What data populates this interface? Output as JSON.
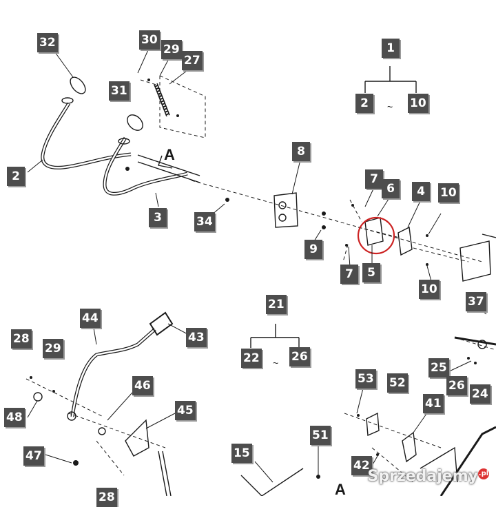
{
  "callouts": {
    "c1": "1",
    "c2": "2",
    "c10": "10",
    "c32": "32",
    "c30": "30",
    "c29": "29",
    "c27": "27",
    "c31": "31",
    "c2b": "2",
    "c3": "3",
    "c34": "34",
    "c8": "8",
    "c7": "7",
    "c6": "6",
    "c4": "4",
    "c10b": "10",
    "c9": "9",
    "c7b": "7",
    "c5": "5",
    "c10c": "10",
    "c21": "21",
    "c22": "22",
    "c26": "26",
    "c44": "44",
    "c43": "43",
    "c28": "28",
    "c29b": "29",
    "c46": "46",
    "c48": "48",
    "c45": "45",
    "c47": "47",
    "c37": "37",
    "c25": "25",
    "c26b": "26",
    "c24": "24",
    "c53": "53",
    "c52": "52",
    "c41": "41",
    "c51": "51",
    "c15": "15",
    "c42": "42",
    "c28b": "28"
  },
  "labels": {
    "letter_a_top": "A",
    "letter_a_bottom": "A"
  },
  "watermark": {
    "text": "Sprzedajemy",
    "suffix": ".pl"
  },
  "colors": {
    "callout_bg": "#4d4d4d",
    "highlight_circle": "#cc2222",
    "line": "#1a1a1a"
  }
}
